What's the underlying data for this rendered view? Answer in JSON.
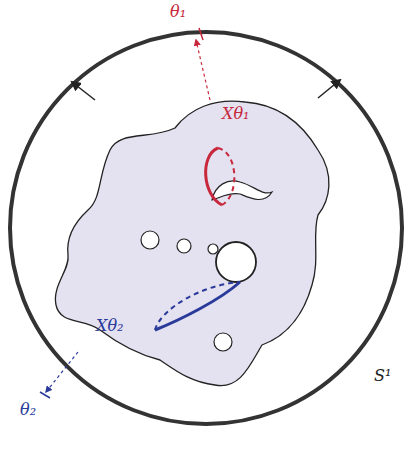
{
  "diagram": {
    "labels": [
      "θ₁",
      "Xθ₁",
      "Xθ₂",
      "θ₂",
      "S¹"
    ]
  }
}
